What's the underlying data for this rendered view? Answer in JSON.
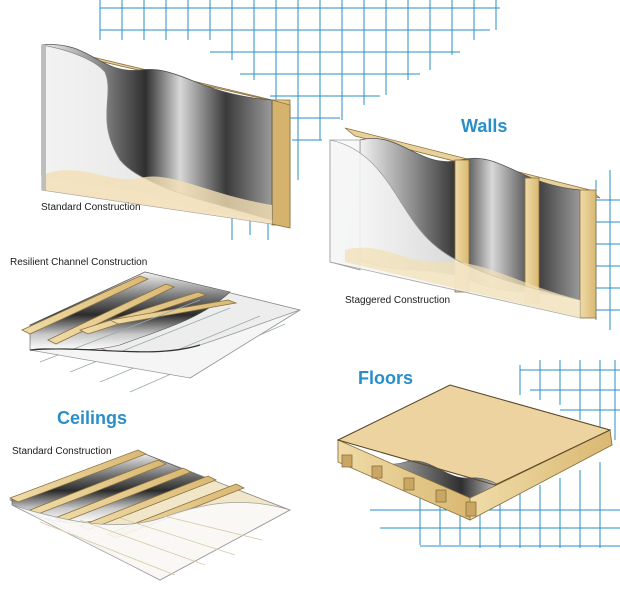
{
  "headings": {
    "walls": "Walls",
    "floors": "Floors",
    "ceilings": "Ceilings"
  },
  "labels": {
    "wall_standard": "Standard Construction",
    "wall_staggered": "Staggered Construction",
    "ceiling_resilient": "Resilient Channel Construction",
    "ceiling_standard": "Standard Construction"
  },
  "colors": {
    "heading": "#2a8fc8",
    "grid": "#2a8fc8",
    "stud": "#e3c98c",
    "drywall": "#f1dcae",
    "insulation_dark": "#3c3c3c",
    "insulation_light": "#e6e6e6"
  }
}
